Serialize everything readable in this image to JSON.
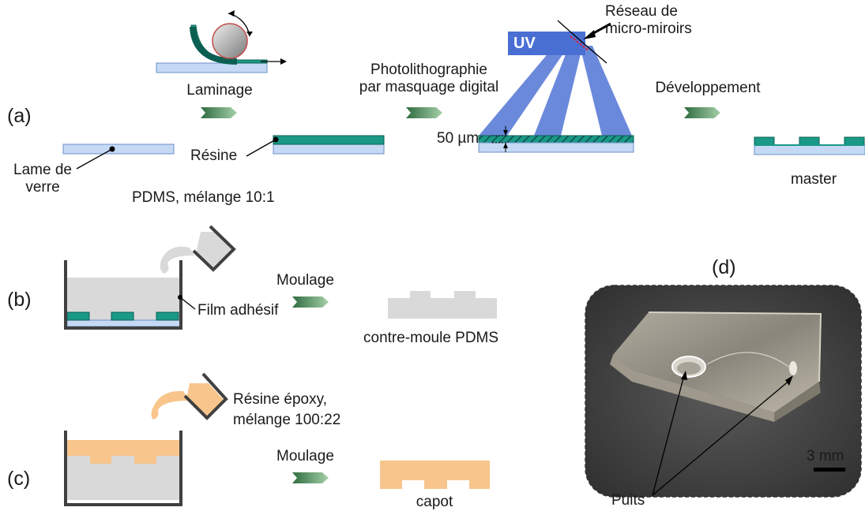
{
  "panels": {
    "a": "(a)",
    "b": "(b)",
    "c": "(c)",
    "d": "(d)"
  },
  "row_a": {
    "glass_slide_label": "Lame de\nverre",
    "lamination_label": "Laminage",
    "resin_label": "Résine",
    "photolitho_label": "Photolithographie\npar masquage digital",
    "uv_label": "UV",
    "mirror_array_label": "Réseau de\nmicro-miroirs",
    "thickness_label": "50 µm",
    "development_label": "Développement",
    "master_label": "master"
  },
  "row_b": {
    "pdms_label": "PDMS, mélange 10:1",
    "adhesive_film_label": "Film adhésif",
    "molding_label": "Moulage",
    "countermold_label": "contre-moule PDMS"
  },
  "row_c": {
    "epoxy_label": "Résine époxy,\nmélange 100:22",
    "molding_label": "Moulage",
    "cap_label": "capot"
  },
  "photo_d": {
    "scale_bar_label": "3 mm",
    "wells_label": "Puits"
  },
  "colors": {
    "glass": "#c5d9f5",
    "resin": "#1a9988",
    "uv": "#5577d0",
    "pdms": "#d9d9d9",
    "epoxy": "#f8c58c",
    "arrow_start": "#2e6b3e",
    "arrow_end": "#a6d0a9",
    "photo_bg": "#444444"
  }
}
